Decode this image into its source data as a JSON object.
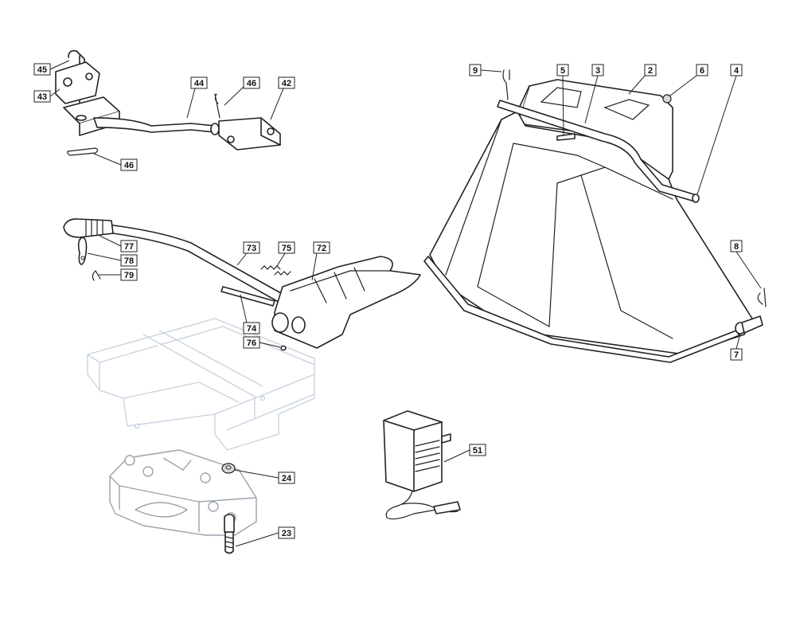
{
  "diagram": {
    "callouts": [
      {
        "id": "c45",
        "text": "45"
      },
      {
        "id": "c43",
        "text": "43"
      },
      {
        "id": "c44",
        "text": "44"
      },
      {
        "id": "c46a",
        "text": "46"
      },
      {
        "id": "c42",
        "text": "42"
      },
      {
        "id": "c46b",
        "text": "46"
      },
      {
        "id": "c77",
        "text": "77"
      },
      {
        "id": "c78",
        "text": "78"
      },
      {
        "id": "c79",
        "text": "79"
      },
      {
        "id": "c73",
        "text": "73"
      },
      {
        "id": "c75",
        "text": "75"
      },
      {
        "id": "c72",
        "text": "72"
      },
      {
        "id": "c74",
        "text": "74"
      },
      {
        "id": "c76",
        "text": "76"
      },
      {
        "id": "c24",
        "text": "24"
      },
      {
        "id": "c23",
        "text": "23"
      },
      {
        "id": "c51",
        "text": "51"
      },
      {
        "id": "c9",
        "text": "9"
      },
      {
        "id": "c5",
        "text": "5"
      },
      {
        "id": "c3",
        "text": "3"
      },
      {
        "id": "c2",
        "text": "2"
      },
      {
        "id": "c6",
        "text": "6"
      },
      {
        "id": "c4",
        "text": "4"
      },
      {
        "id": "c8",
        "text": "8"
      },
      {
        "id": "c7",
        "text": "7"
      }
    ]
  }
}
